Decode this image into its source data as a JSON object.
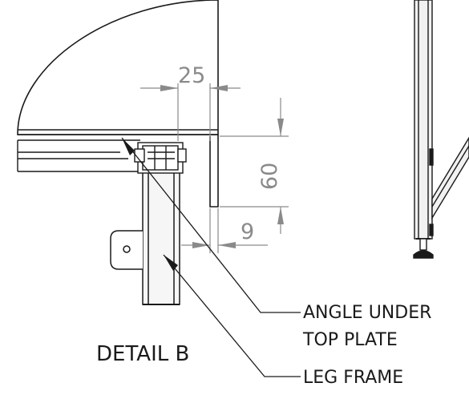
{
  "dimensions": {
    "width_25": "25",
    "height_60": "60",
    "gap_9": "9"
  },
  "callouts": {
    "angle_under_line1": "ANGLE UNDER",
    "angle_under_line2": "TOP PLATE",
    "leg_frame": "LEG FRAME"
  },
  "detail_title": "DETAIL B",
  "colors": {
    "line": "#1a1a1a",
    "dimension": "#8a8a8a",
    "frame_fill": "#f6f6f6"
  }
}
